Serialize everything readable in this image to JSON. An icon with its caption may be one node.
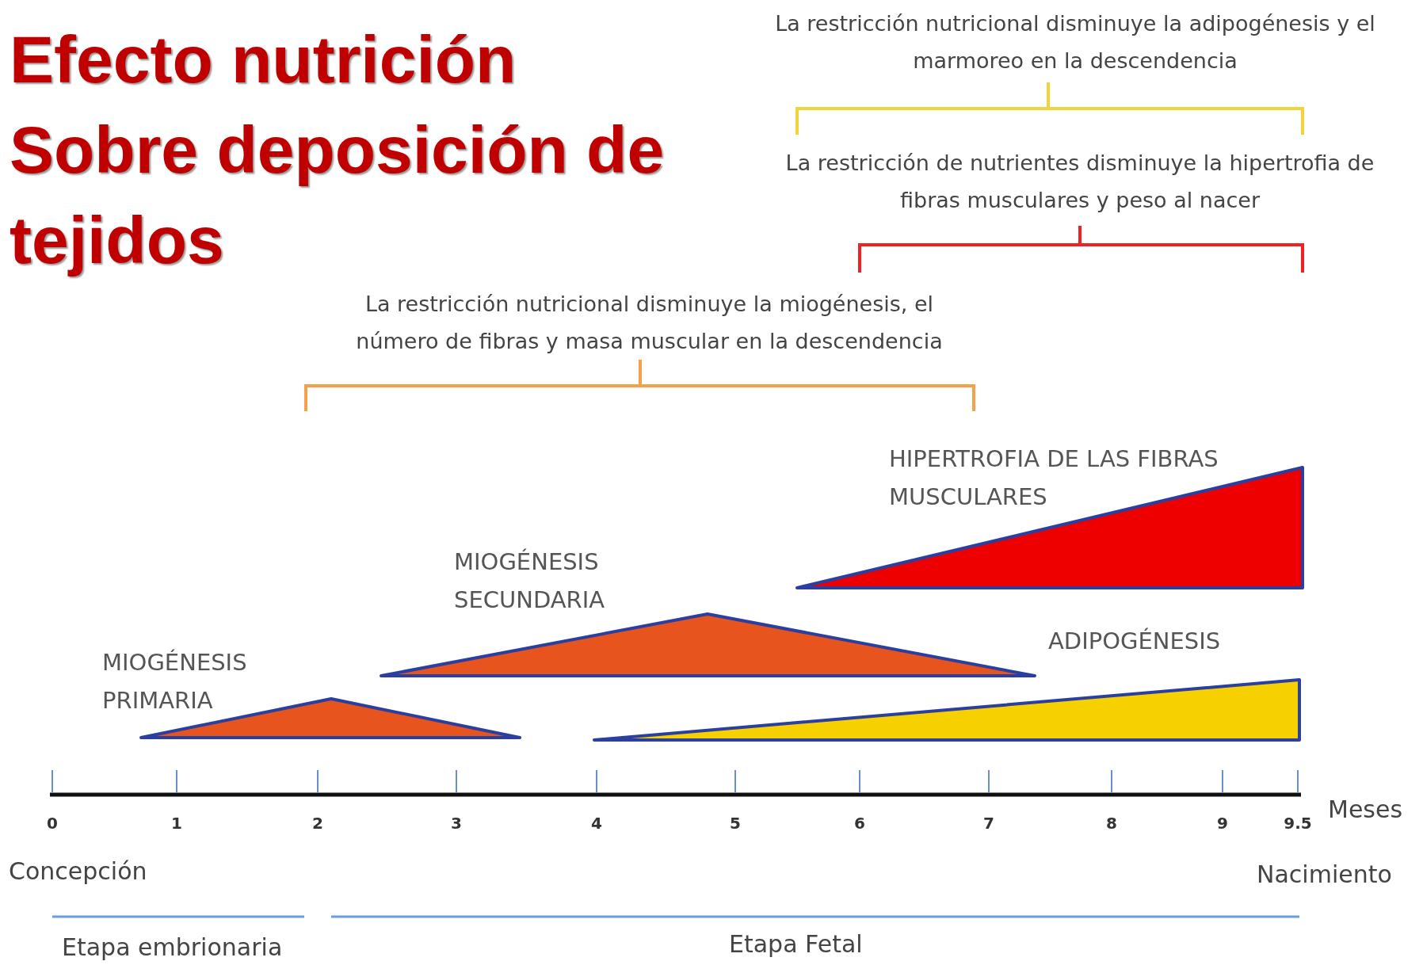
{
  "diagram": {
    "title": "Efecto nutrición Sobre deposición de tejidos",
    "nodes": [
      {
        "text": [
          "MIOGÉNESIS PRIMARIA"
        ]
      },
      {
        "text": [
          "MIOGÉNESIS SECUNDARIA"
        ]
      },
      {
        "text": [
          "HIPERTROFIA DE LAS FIBRAS MUSCULARES"
        ]
      },
      {
        "text": [
          "ADIPOGÉNESIS"
        ]
      }
    ],
    "edges": [],
    "labels": [
      "La restricción nutricional disminuye la adipogénesis y el marmoreo en la descendencia",
      "La restricción de nutrientes disminuye la hipertrofia de fibras musculares y peso al nacer",
      "La restricción nutricional disminuye la miogénesis, el número de fibras y masa muscular en la descendencia",
      "0",
      "1",
      "2",
      "3",
      "4",
      "5",
      "6",
      "7",
      "8",
      "9",
      "9.5",
      "Meses",
      "Concepción",
      "Nacimiento",
      "Etapa embrionaria",
      "Etapa Fetal"
    ]
  }
}
